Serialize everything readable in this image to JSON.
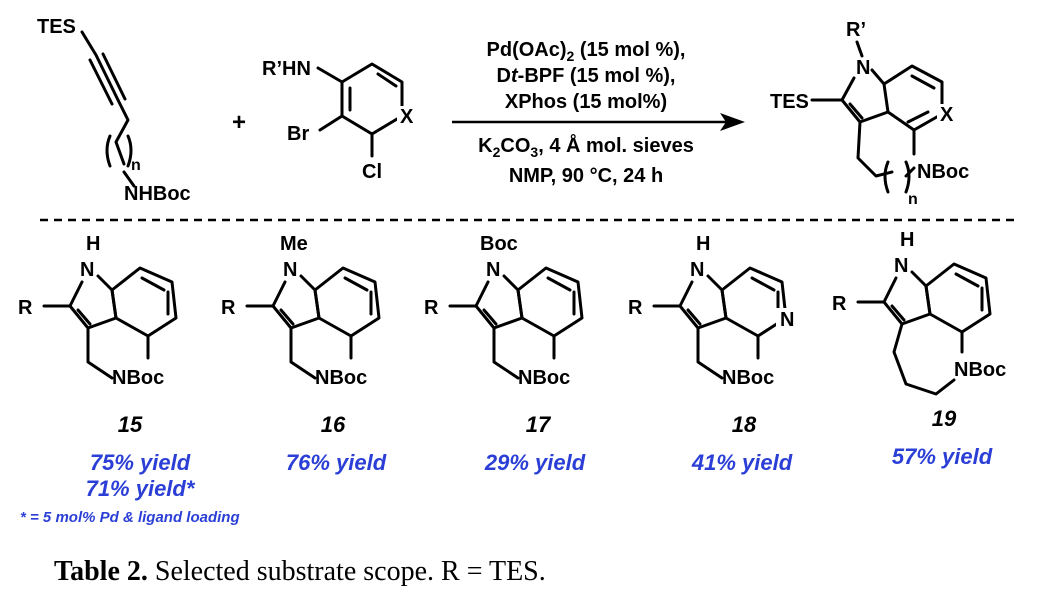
{
  "reaction": {
    "reagent1": {
      "top_label": "TES",
      "subscript_n": "n",
      "bottom_label": "NHBoc"
    },
    "plus": "+",
    "reagent2": {
      "amine_label": "R’HN",
      "halo1": "Br",
      "halo2": "Cl",
      "ring_atom": "X"
    },
    "conditions_above": [
      {
        "pre": "Pd(OAc)",
        "sub": "2",
        "post": " (15 mol %),",
        "italic_mid": ""
      },
      {
        "pre": "D",
        "italic_mid": "t",
        "sub": "",
        "post": "-BPF (15 mol %),"
      },
      {
        "pre": "XPhos (15 mol%)",
        "italic_mid": "",
        "sub": "",
        "post": ""
      }
    ],
    "conditions_below": [
      {
        "pre": "K",
        "sub": "2",
        "post": "CO",
        "sub2": "3",
        "post2": ", 4 Å mol. sieves"
      },
      {
        "pre": "NMP, 90 °C, 24 h",
        "sub": "",
        "post": "",
        "sub2": "",
        "post2": ""
      }
    ],
    "product": {
      "n_sub_label": "R’",
      "n_label": "N",
      "tes_label": "TES",
      "ring_atom": "X",
      "nboc_label": "NBoc",
      "subscript_n": "n"
    }
  },
  "compounds": [
    {
      "n_label": "H",
      "n_atom": "N",
      "r_label": "R",
      "ring_n": "",
      "nboc": "NBoc",
      "number": "15",
      "yields": [
        "75% yield",
        "71% yield*"
      ]
    },
    {
      "n_label": "Me",
      "n_atom": "N",
      "r_label": "R",
      "ring_n": "",
      "nboc": "NBoc",
      "number": "16",
      "yields": [
        "76% yield"
      ]
    },
    {
      "n_label": "Boc",
      "n_atom": "N",
      "r_label": "R",
      "ring_n": "",
      "nboc": "NBoc",
      "number": "17",
      "yields": [
        "29% yield"
      ]
    },
    {
      "n_label": "H",
      "n_atom": "N",
      "r_label": "R",
      "ring_n": "N",
      "nboc": "NBoc",
      "number": "18",
      "yields": [
        "41% yield"
      ]
    },
    {
      "n_label": "H",
      "n_atom": "N",
      "r_label": "R",
      "ring_n": "",
      "nboc": "NBoc",
      "number": "19",
      "yields": [
        "57% yield"
      ]
    }
  ],
  "footnote": "* = 5 mol% Pd & ligand loading",
  "caption": {
    "bold": "Table 2.",
    "rest": " Selected substrate scope. R = TES."
  },
  "colors": {
    "yield_blue": "#2b3fd6",
    "ink": "#000000"
  }
}
